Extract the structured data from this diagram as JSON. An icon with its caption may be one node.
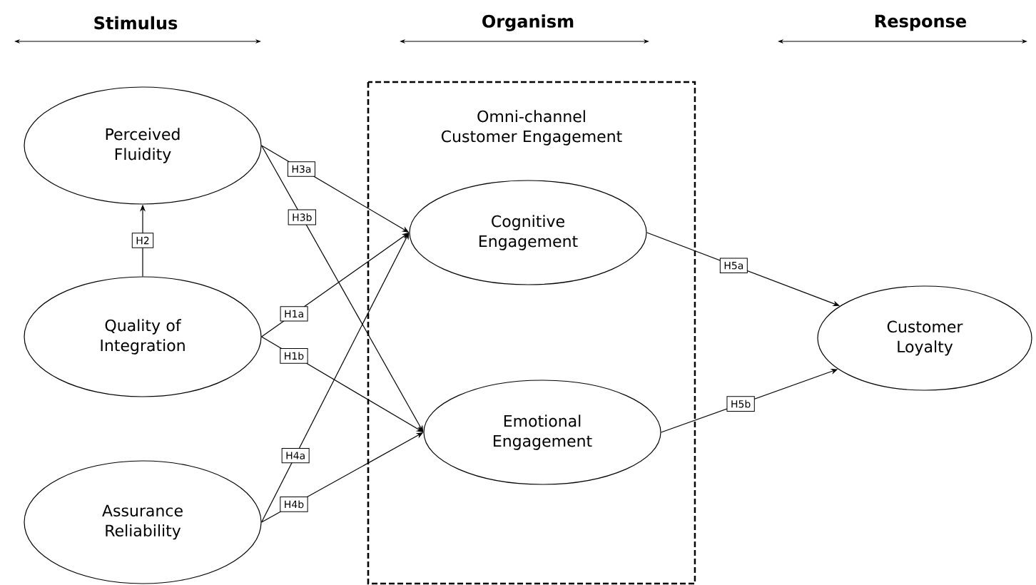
{
  "diagram": {
    "nodes": [
      {
        "text": [
          "Perceived Fluidity"
        ]
      },
      {
        "text": [
          "Quality of Integration"
        ]
      },
      {
        "text": [
          "Assurance Reliability"
        ]
      },
      {
        "text": [
          "Omni-channel Customer Engagement"
        ]
      },
      {
        "text": [
          "Cognitive Engagement"
        ],
        "in": 3
      },
      {
        "text": [
          "Emotional Engagement"
        ],
        "in": 3
      },
      {
        "text": [
          "Customer Loyalty"
        ]
      }
    ],
    "edges": [
      {
        "from": 1,
        "to": 0,
        "arrow": "to",
        "label": "H2"
      },
      {
        "from": 0,
        "to": 4,
        "arrow": "to",
        "label": "H3a"
      },
      {
        "from": 0,
        "to": 5,
        "arrow": "to",
        "label": "H3b"
      },
      {
        "from": 1,
        "to": 4,
        "arrow": "to",
        "label": "H1a"
      },
      {
        "from": 1,
        "to": 5,
        "arrow": "to",
        "label": "H1b"
      },
      {
        "from": 2,
        "to": 4,
        "arrow": "to",
        "label": "H4a"
      },
      {
        "from": 2,
        "to": 5,
        "arrow": "to",
        "label": "H4b"
      },
      {
        "from": 4,
        "to": 6,
        "arrow": "to",
        "label": "H5a"
      },
      {
        "from": 5,
        "to": 6,
        "arrow": "to",
        "label": "H5b"
      }
    ],
    "labels": [
      "Stimulus",
      "Organism",
      "Response"
    ]
  }
}
